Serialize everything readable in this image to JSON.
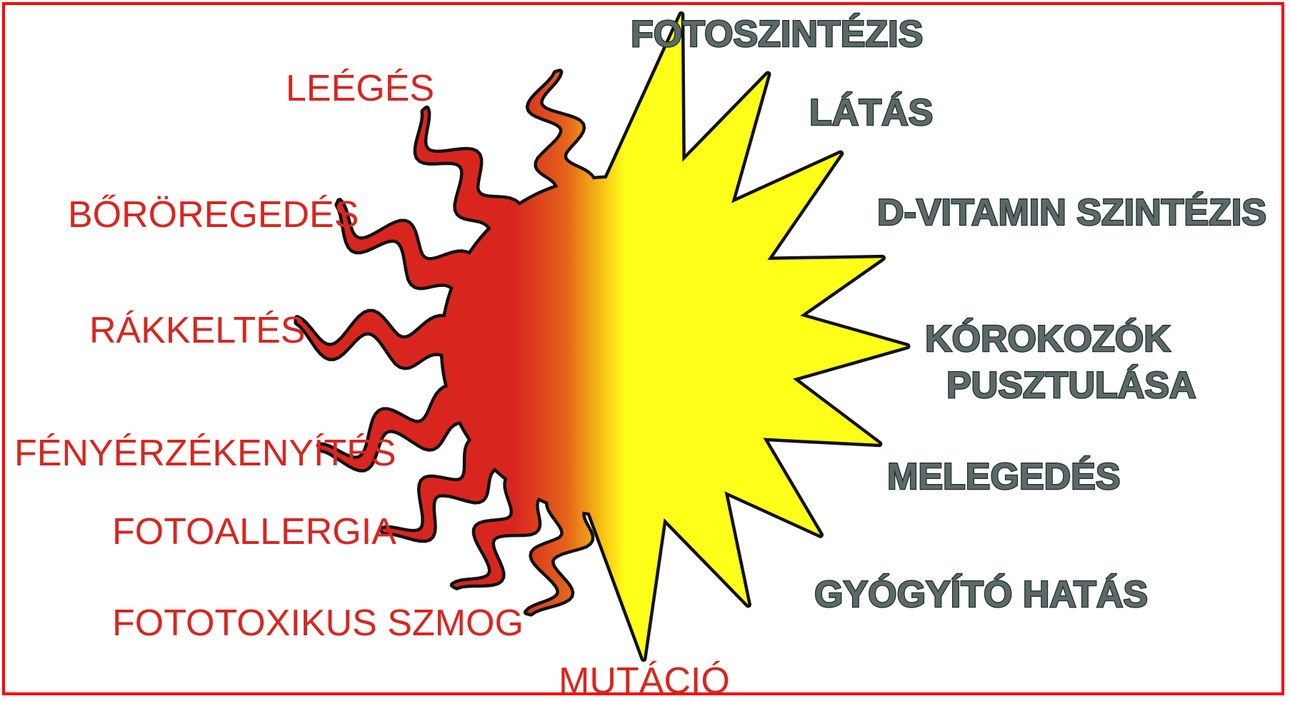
{
  "diagram": {
    "colors": {
      "frame": "#ff0000",
      "harmful_text": "#d8261f",
      "beneficial_text": "#5a6a68",
      "sun_red": "#d8261f",
      "sun_yellow": "#ffff1a",
      "outline": "#111111"
    },
    "harmful_effects": [
      "LEÉGÉS",
      "BŐRÖREGEDÉS",
      "RÁKKELTÉS",
      "FÉNYÉRZÉKENYÍTÉS",
      "FOTOALLERGIA",
      "FOTOTOXIKUS SZMOG",
      "MUTÁCIÓ"
    ],
    "beneficial_effects": [
      "FOTOSZINTÉZIS",
      "LÁTÁS",
      "D-VITAMIN SZINTÉZIS",
      "KÓROKOZÓK",
      "PUSZTULÁSA",
      "MELEGEDÉS",
      "GYÓGYÍTÓ HATÁS"
    ]
  }
}
